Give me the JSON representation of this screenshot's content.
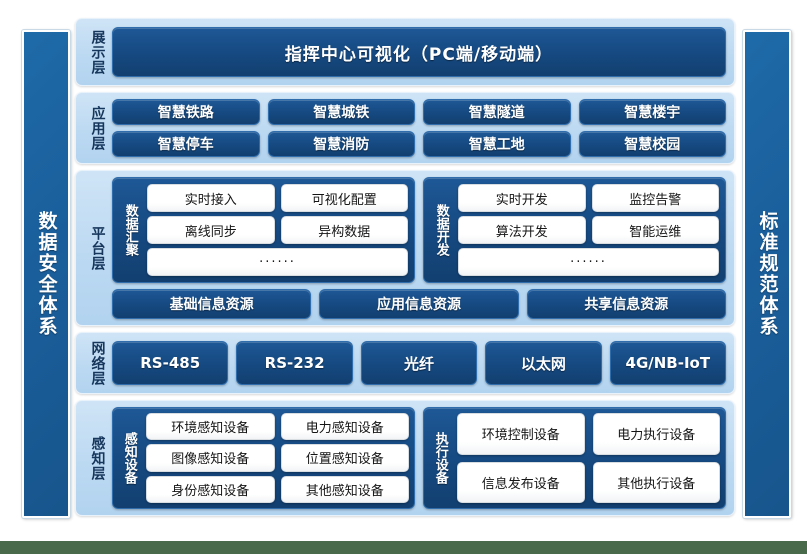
{
  "rails": {
    "left": {
      "label": "数据安全体系"
    },
    "right": {
      "label": "标准规范体系"
    }
  },
  "layers": {
    "display": {
      "label": "展示层",
      "banner": "指挥中心可视化（PC端/移动端）"
    },
    "application": {
      "label": "应用层",
      "items": [
        "智慧铁路",
        "智慧城铁",
        "智慧隧道",
        "智慧楼宇",
        "智慧停车",
        "智慧消防",
        "智慧工地",
        "智慧校园"
      ]
    },
    "platform": {
      "label": "平台层",
      "groups": [
        {
          "label": "数据汇聚",
          "items": [
            "实时接入",
            "可视化配置",
            "离线同步",
            "异构数据"
          ],
          "more": "······"
        },
        {
          "label": "数据开发",
          "items": [
            "实时开发",
            "监控告警",
            "算法开发",
            "智能运维"
          ],
          "more": "······"
        }
      ],
      "resources": [
        "基础信息资源",
        "应用信息资源",
        "共享信息资源"
      ]
    },
    "network": {
      "label": "网络层",
      "items": [
        "RS-485",
        "RS-232",
        "光纤",
        "以太网",
        "4G/NB-IoT"
      ]
    },
    "sensing": {
      "label": "感知层",
      "groups": [
        {
          "label": "感知设备",
          "items": [
            "环境感知设备",
            "电力感知设备",
            "图像感知设备",
            "位置感知设备",
            "身份感知设备",
            "其他感知设备"
          ]
        },
        {
          "label": "执行设备",
          "items": [
            "环境控制设备",
            "电力执行设备",
            "信息发布设备",
            "其他执行设备"
          ]
        }
      ]
    }
  },
  "colors": {
    "rail_blue": "#1a5f9c",
    "pill_blue": "#164a82",
    "layer_bg": "#bcd9f2",
    "page_bg": "#ffffff",
    "canvas_bg": "#4a6b4b"
  }
}
